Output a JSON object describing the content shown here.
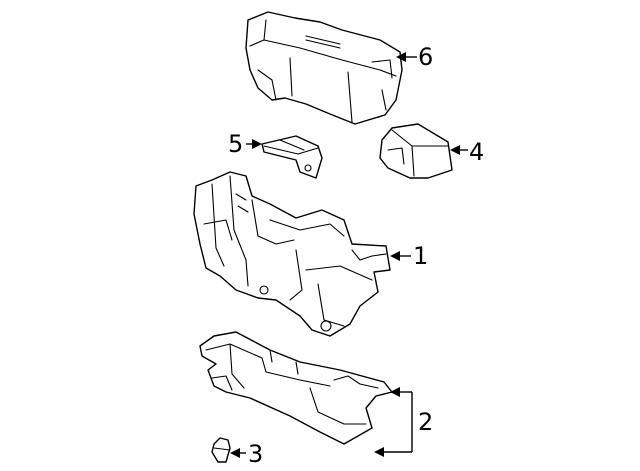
{
  "diagram": {
    "callouts": [
      {
        "number": "1"
      },
      {
        "number": "2"
      },
      {
        "number": "3"
      },
      {
        "number": "4"
      },
      {
        "number": "5"
      },
      {
        "number": "6"
      }
    ]
  }
}
